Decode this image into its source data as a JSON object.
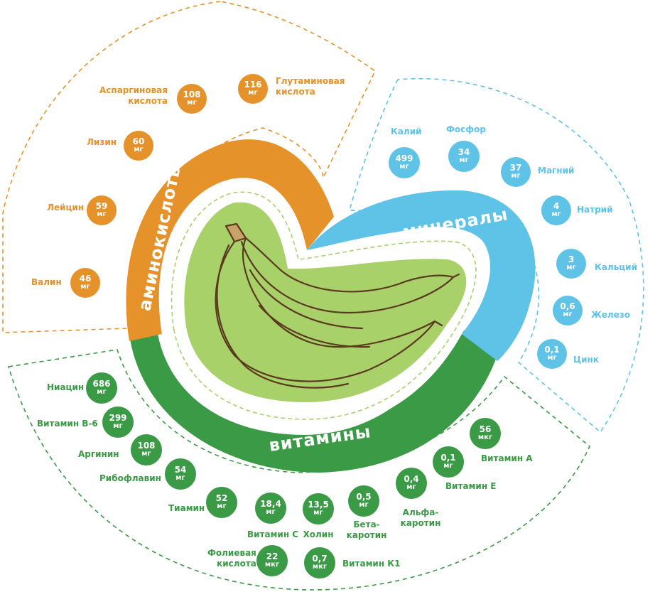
{
  "colors": {
    "amino": "#e6922a",
    "minerals": "#5fc3e8",
    "vitamins": "#3a9a45",
    "banana_bg": "#a9d16a"
  },
  "categories": {
    "amino": "аминокислоты",
    "minerals": "минералы",
    "vitamins": "витамины"
  },
  "amino_acids": [
    {
      "name": "Аспаргиновая\nкислота",
      "value": "108",
      "unit": "мг"
    },
    {
      "name": "Глутаминовая\nкислота",
      "value": "116",
      "unit": "мг"
    },
    {
      "name": "Лизин",
      "value": "60",
      "unit": "мг"
    },
    {
      "name": "Лейцин",
      "value": "59",
      "unit": "мг"
    },
    {
      "name": "Валин",
      "value": "46",
      "unit": "мг"
    }
  ],
  "minerals": [
    {
      "name": "Калий",
      "value": "499",
      "unit": "мг"
    },
    {
      "name": "Фосфор",
      "value": "34",
      "unit": "мг"
    },
    {
      "name": "Магний",
      "value": "37",
      "unit": "мг"
    },
    {
      "name": "Натрий",
      "value": "4",
      "unit": "мг"
    },
    {
      "name": "Кальций",
      "value": "3",
      "unit": "мг"
    },
    {
      "name": "Железо",
      "value": "0,6",
      "unit": "мг"
    },
    {
      "name": "Цинк",
      "value": "0,1",
      "unit": "мг"
    }
  ],
  "vitamins": [
    {
      "name": "Ниацин",
      "value": "686",
      "unit": "мг"
    },
    {
      "name": "Витамин В-6",
      "value": "299",
      "unit": "мг"
    },
    {
      "name": "Аргинин",
      "value": "108",
      "unit": "мг"
    },
    {
      "name": "Рибофлавин",
      "value": "54",
      "unit": "мг"
    },
    {
      "name": "Тиамин",
      "value": "52",
      "unit": "мг"
    },
    {
      "name": "Витамин С",
      "value": "18,4",
      "unit": "мг"
    },
    {
      "name": "Холин",
      "value": "13,5",
      "unit": "мг"
    },
    {
      "name": "Бета-\nкаротин",
      "value": "0,5",
      "unit": "мг"
    },
    {
      "name": "Альфа-\nкаротин",
      "value": "0,4",
      "unit": "мг"
    },
    {
      "name": "Витамин Е",
      "value": "0,1",
      "unit": "мг"
    },
    {
      "name": "Витамин А",
      "value": "56",
      "unit": "мкг"
    },
    {
      "name": "Фолиевая\nкислота",
      "value": "22",
      "unit": "мкг"
    },
    {
      "name": "Витамин К1",
      "value": "0,7",
      "unit": "мкг"
    }
  ]
}
